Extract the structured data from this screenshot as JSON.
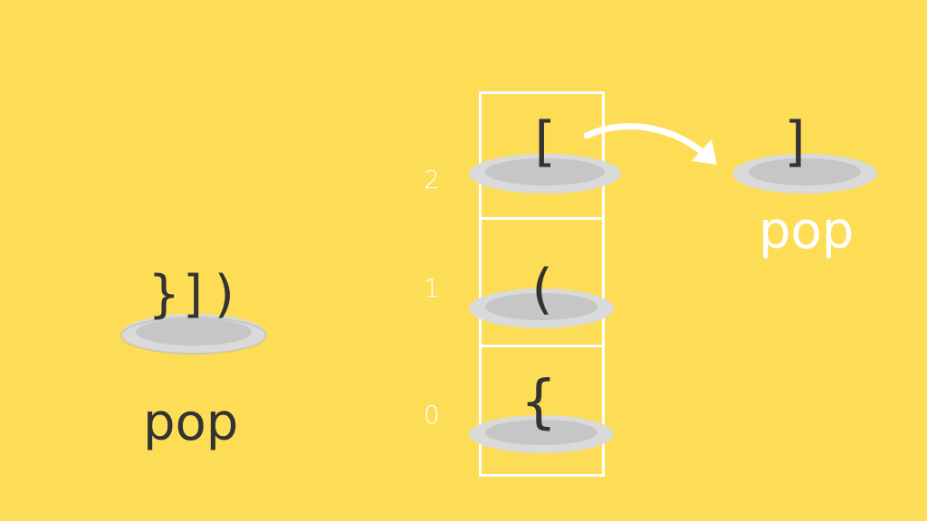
{
  "colors": {
    "background": "#FDDD55",
    "plate_outer": "#D9D9D9",
    "plate_inner": "#C4C4C4",
    "plate_rim": "#B5B5B5",
    "text_dark": "#333333",
    "text_light": "#FFFFFF"
  },
  "input": {
    "remaining": "}])",
    "action": "pop"
  },
  "stack": {
    "indices": [
      "0",
      "1",
      "2"
    ],
    "items": [
      "{",
      "(",
      "["
    ]
  },
  "popped": {
    "char": "]",
    "action": "pop"
  },
  "icons": {
    "arrow": "curved-arrow-icon",
    "plate": "plate-icon"
  }
}
